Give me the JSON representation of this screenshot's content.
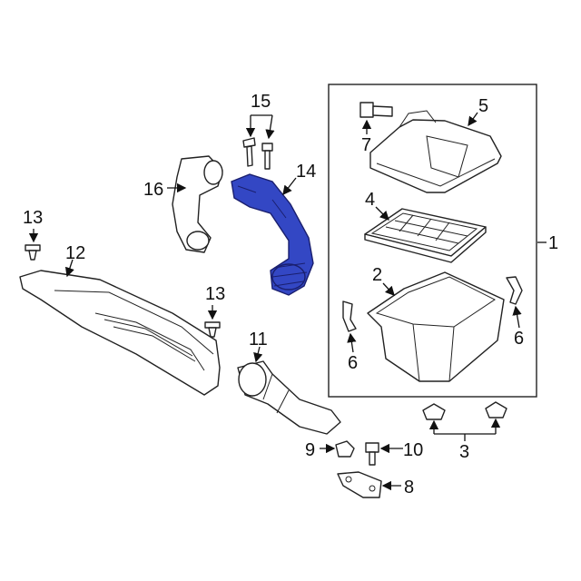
{
  "diagram": {
    "highlight_color": "#3347c4",
    "callouts": {
      "c1": "1",
      "c2": "2",
      "c3": "3",
      "c4": "4",
      "c5": "5",
      "c6a": "6",
      "c6b": "6",
      "c7": "7",
      "c8": "8",
      "c9": "9",
      "c10": "10",
      "c11": "11",
      "c12": "12",
      "c13a": "13",
      "c13b": "13",
      "c14": "14",
      "c15": "15",
      "c16": "16"
    }
  }
}
